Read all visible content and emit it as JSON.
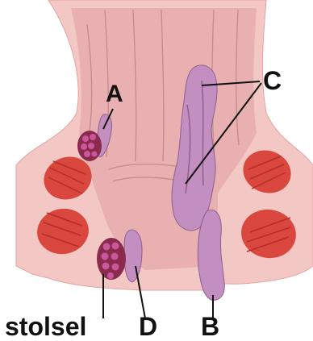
{
  "labels": {
    "a": "A",
    "b": "B",
    "c": "C",
    "d": "D",
    "clot": "stolsel"
  },
  "colors": {
    "tissue": "#f3c7c3",
    "tissue_shadow": "#e5a3a3",
    "canal": "#e8b0b0",
    "fold_line": "#c98c8c",
    "muscle": "#d9473e",
    "muscle_stripe": "#b52e28",
    "hemorrhoid": "#c38fc0",
    "hemorrhoid_dark": "#8f5f8f",
    "clot": "#8c2a4e",
    "clot_light": "#c9579b",
    "leader": "#111111"
  },
  "icons": {
    "anatomy": "anal-canal-hemorrhoids-illustration"
  }
}
